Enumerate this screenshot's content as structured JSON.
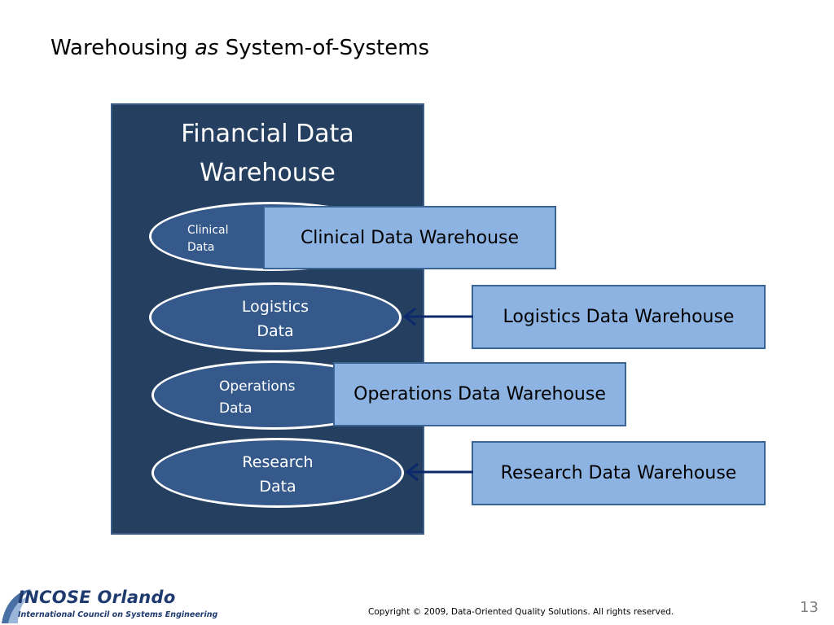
{
  "slide": {
    "title_pre": "Warehousing ",
    "title_em": "as",
    "title_post": " System-of-Systems",
    "page_number": "13",
    "copyright": "Copyright © 2009, Data-Oriented Quality Solutions.  All rights reserved."
  },
  "diagram": {
    "container": {
      "line1": "Financial Data",
      "line2": "Warehouse"
    },
    "ovals": [
      {
        "line1": "Clinical",
        "line2": "Data"
      },
      {
        "line1": "Logistics",
        "line2": "Data"
      },
      {
        "line1": "Operations",
        "line2": "Data"
      },
      {
        "line1": "Research",
        "line2": "Data"
      }
    ],
    "boxes": [
      {
        "label": "Clinical Data Warehouse"
      },
      {
        "label": "Logistics Data Warehouse"
      },
      {
        "label": "Operations Data Warehouse"
      },
      {
        "label": "Research Data Warehouse"
      }
    ]
  },
  "logo": {
    "name": "INCOSE Orlando",
    "subtitle": "International Council on Systems Engineering",
    "icon": "incose-swoosh-icon"
  },
  "colors": {
    "container_fill": "#243f60",
    "oval_fill": "#35598a",
    "box_fill": "#8db3e2",
    "arrow": "#0b2a6b"
  }
}
